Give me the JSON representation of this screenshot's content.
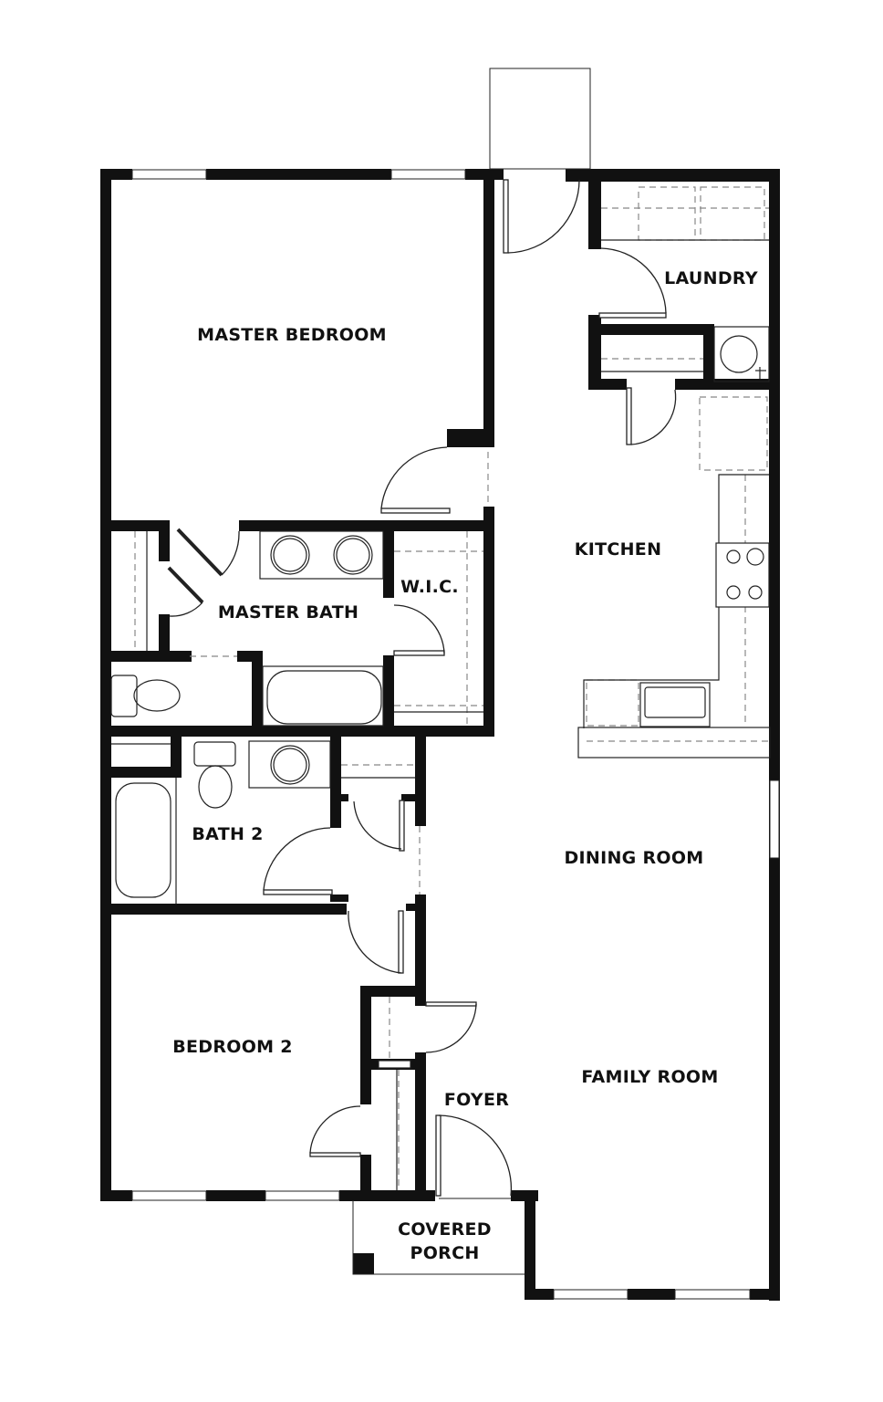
{
  "title": "Floor Plan",
  "colors": {
    "wall": "#111111",
    "line": "#222222",
    "dash": "#888888",
    "background": "#ffffff"
  },
  "rooms": [
    {
      "id": "master_bedroom",
      "label": "MASTER BEDROOM"
    },
    {
      "id": "laundry",
      "label": "LAUNDRY"
    },
    {
      "id": "kitchen",
      "label": "KITCHEN"
    },
    {
      "id": "master_bath",
      "label": "MASTER BATH"
    },
    {
      "id": "wic",
      "label": "W.I.C."
    },
    {
      "id": "bath2",
      "label": "BATH 2"
    },
    {
      "id": "dining_room",
      "label": "DINING ROOM"
    },
    {
      "id": "bedroom2",
      "label": "BEDROOM 2"
    },
    {
      "id": "family_room",
      "label": "FAMILY ROOM"
    },
    {
      "id": "foyer",
      "label": "FOYER"
    },
    {
      "id": "covered_porch",
      "label": "COVERED\nPORCH",
      "line1": "COVERED",
      "line2": "PORCH"
    }
  ],
  "fixtures": [
    "washer",
    "dryer",
    "water-heater",
    "refrigerator",
    "range",
    "kitchen-sink",
    "double-vanity",
    "bathtub",
    "toilet",
    "bath2-sink",
    "bath2-tub",
    "bath2-toilet",
    "electrical-panel"
  ]
}
